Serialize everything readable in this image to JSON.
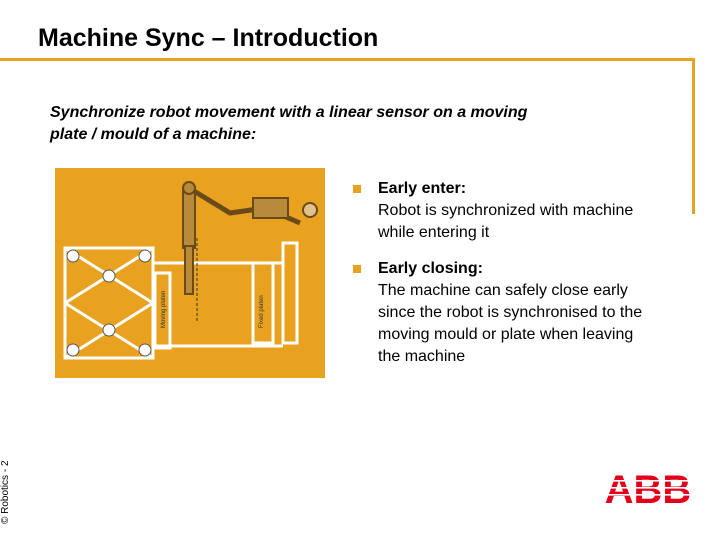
{
  "slide": {
    "title": "Machine Sync – Introduction",
    "subtitle": "Synchronize robot movement with a linear sensor on a moving plate / mould of a machine:",
    "footer": "© Robotics - 2",
    "logo_text": "ABB"
  },
  "bullets": [
    {
      "heading": "Early enter:",
      "body": "Robot is synchronized with machine while entering it"
    },
    {
      "heading": "Early closing:",
      "body": "The machine can safely close early since the robot is synchronised to the moving mould or plate when leaving the machine"
    }
  ],
  "figure": {
    "moving_platen_label": "Moving platen",
    "fixed_platen_label": "Fixed platen"
  },
  "colors": {
    "accent": "#E8A21F",
    "brand_red": "#E2001A",
    "bullet": "#E8A21F"
  }
}
